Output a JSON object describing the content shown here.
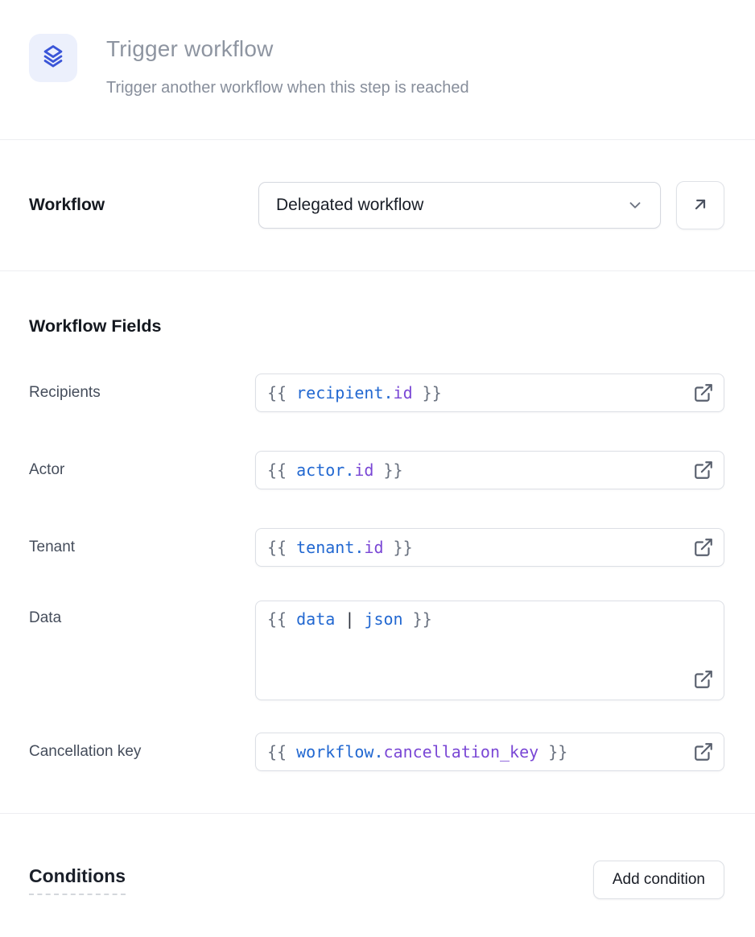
{
  "header": {
    "title": "Trigger workflow",
    "subtitle": "Trigger another workflow when this step is reached",
    "icon": "layers-icon"
  },
  "workflow_selector": {
    "label": "Workflow",
    "selected": "Delegated workflow",
    "chevron_icon": "chevron-down-icon",
    "open_button_icon": "arrow-up-right-icon"
  },
  "fields_section": {
    "title": "Workflow Fields",
    "trailing_icon": "external-link-icon",
    "fields": [
      {
        "label": "Recipients",
        "multiline": false,
        "value_text": "{{ recipient.id }}",
        "value_parts": [
          {
            "text": "{{ ",
            "type": "brace"
          },
          {
            "text": "recipient.",
            "type": "variable"
          },
          {
            "text": "id",
            "type": "property"
          },
          {
            "text": " }}",
            "type": "brace"
          }
        ]
      },
      {
        "label": "Actor",
        "multiline": false,
        "value_text": "{{ actor.id }}",
        "value_parts": [
          {
            "text": "{{ ",
            "type": "brace"
          },
          {
            "text": "actor.",
            "type": "variable"
          },
          {
            "text": "id",
            "type": "property"
          },
          {
            "text": " }}",
            "type": "brace"
          }
        ]
      },
      {
        "label": "Tenant",
        "multiline": false,
        "value_text": "{{ tenant.id }}",
        "value_parts": [
          {
            "text": "{{ ",
            "type": "brace"
          },
          {
            "text": "tenant.",
            "type": "variable"
          },
          {
            "text": "id",
            "type": "property"
          },
          {
            "text": " }}",
            "type": "brace"
          }
        ]
      },
      {
        "label": "Data",
        "multiline": true,
        "value_text": "{{ data | json }}",
        "value_parts": [
          {
            "text": "{{ ",
            "type": "brace"
          },
          {
            "text": "data",
            "type": "variable"
          },
          {
            "text": " ",
            "type": "brace"
          },
          {
            "text": "|",
            "type": "operator"
          },
          {
            "text": " ",
            "type": "brace"
          },
          {
            "text": "json",
            "type": "filter"
          },
          {
            "text": " }}",
            "type": "brace"
          }
        ]
      },
      {
        "label": "Cancellation key",
        "multiline": false,
        "value_text": "{{ workflow.cancellation_key }}",
        "value_parts": [
          {
            "text": "{{ ",
            "type": "brace"
          },
          {
            "text": "workflow.",
            "type": "variable"
          },
          {
            "text": "cancellation_key",
            "type": "property"
          },
          {
            "text": " }}",
            "type": "brace"
          }
        ]
      }
    ]
  },
  "conditions": {
    "title": "Conditions",
    "add_button_label": "Add condition"
  },
  "colors": {
    "accent_blue": "#3A55D8",
    "icon_background": "#ECF0FC",
    "code_brace": "#6A7280",
    "code_variable_blue": "#2268D1",
    "code_property_purple": "#7A47D5",
    "code_operator": "#2B313C",
    "divider": "#EDEEF1",
    "muted_title": "#8E95A1",
    "label_gray": "#454D5B"
  }
}
